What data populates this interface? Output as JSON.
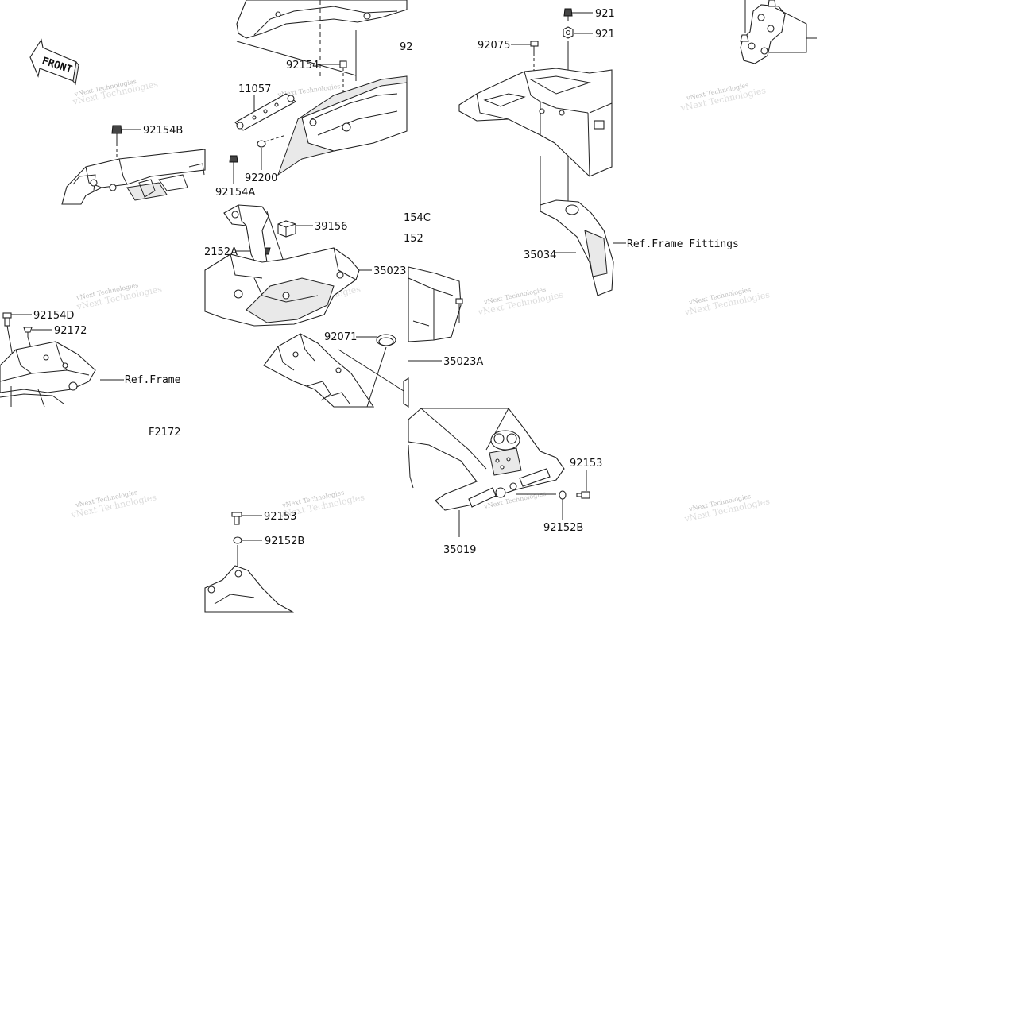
{
  "diagram": {
    "code": "F2172",
    "front_label": "FRONT",
    "watermark": "vNext Technologies",
    "parts": {
      "p92154B": "92154B",
      "p11057": "11057",
      "p92154": "92154",
      "p92_cut": "92",
      "p92200": "92200",
      "p92154A": "92154A",
      "p92075": "92075",
      "p921a": "921",
      "p921b": "921",
      "p154C": "154C",
      "p152": "152",
      "p39156": "39156",
      "p2152A": "2152A",
      "p35023": "35023",
      "p35034": "35034",
      "p92154D": "92154D",
      "p92172": "92172",
      "p92071": "92071",
      "p35023A": "35023A",
      "p92153a": "92153",
      "p92153b": "92153",
      "p92152Ba": "92152B",
      "p92152Bb": "92152B",
      "p35019": "35019"
    },
    "refs": {
      "frame_fittings": "Ref.Frame Fittings",
      "frame": "Ref.Frame"
    }
  }
}
